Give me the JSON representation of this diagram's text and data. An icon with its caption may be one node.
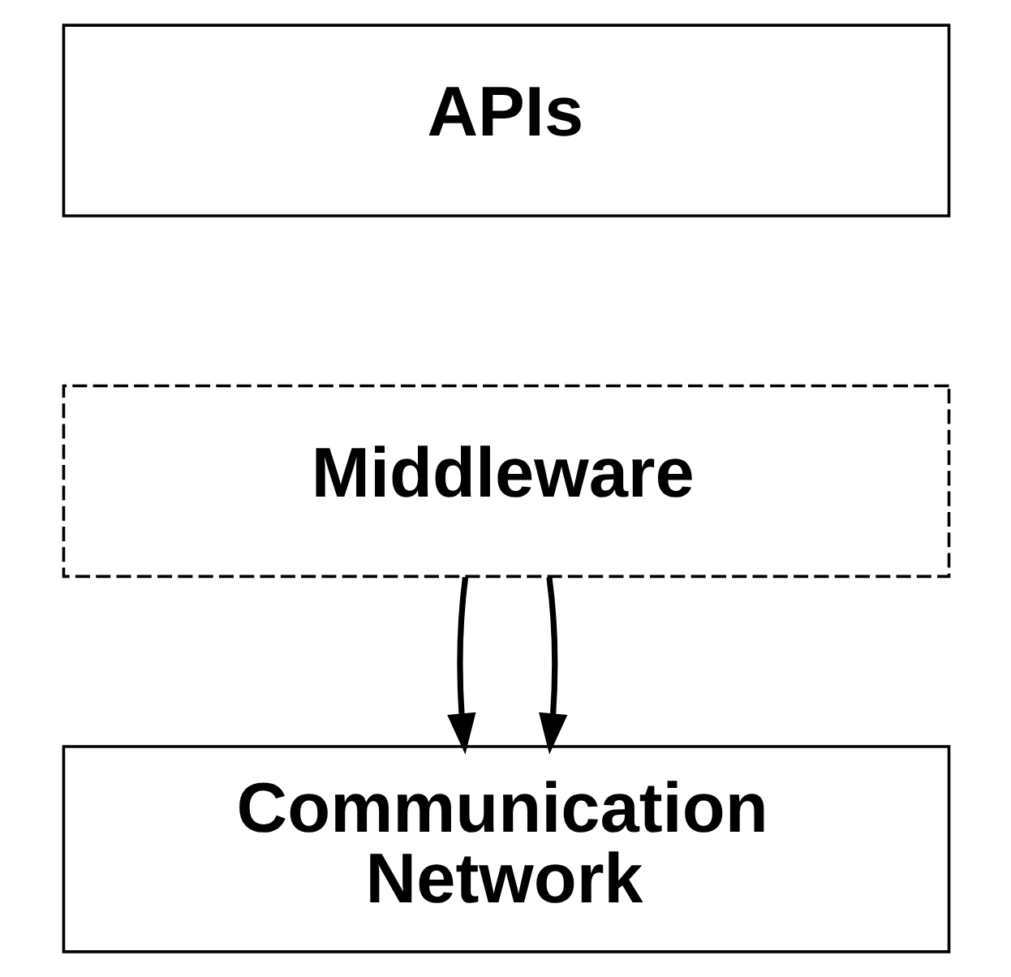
{
  "diagram": {
    "nodes": [
      {
        "text": [
          "APIs"
        ]
      },
      {
        "text": [
          "Middleware"
        ]
      },
      {
        "text": [
          "Communication Network"
        ]
      }
    ],
    "edges": [
      {
        "from": 1,
        "to": 2,
        "arrow": "to"
      },
      {
        "from": 1,
        "to": 2,
        "arrow": "to"
      }
    ]
  }
}
